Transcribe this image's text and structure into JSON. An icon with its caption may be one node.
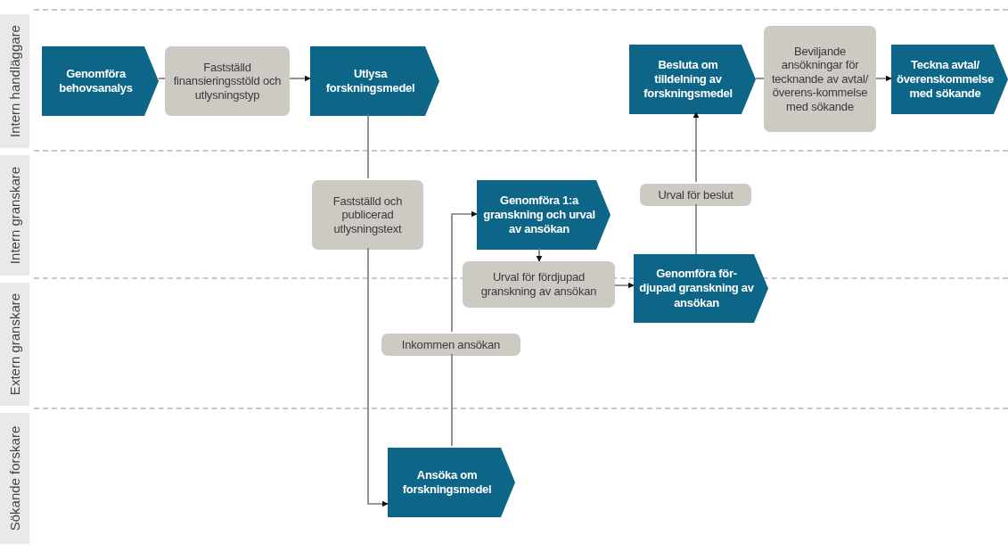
{
  "diagram": {
    "nodes": [
      {
        "text": [
          "Intern handläggare"
        ]
      },
      {
        "text": [
          "Genomföra behovsanalys"
        ],
        "in": 0
      },
      {
        "text": [
          "Fastställd finansieringsstöld och utlysningstyp"
        ],
        "in": 0
      },
      {
        "text": [
          "Utlysa forskningsmedel"
        ],
        "in": 0
      },
      {
        "text": [
          "Besluta om tilldelning av forskningsmedel"
        ],
        "in": 0
      },
      {
        "text": [
          "Beviljande ansökningar för tecknande av avtal/överens-kommelse med sökande"
        ],
        "in": 0
      },
      {
        "text": [
          "Teckna avtal/ överenskommelse med sökande"
        ],
        "in": 0
      },
      {
        "text": [
          "Intern granskare"
        ]
      },
      {
        "text": [
          "Fastställd och publicerad utlysningstext"
        ],
        "in": 7
      },
      {
        "text": [
          "Genomföra 1:a granskning och urval av ansökan"
        ],
        "in": 7
      },
      {
        "text": [
          "Urval för beslut"
        ],
        "in": 7
      },
      {
        "text": [
          "Extern granskare"
        ]
      },
      {
        "text": [
          "Urval för fördjupad granskning av ansökan"
        ]
      },
      {
        "text": [
          "Genomföra för-djupad granskning av ansökan"
        ]
      },
      {
        "text": [
          "Inkommen ansökan"
        ],
        "in": 11
      },
      {
        "text": [
          "Sökande forskare"
        ]
      },
      {
        "text": [
          "Ansöka om forskningsmedel"
        ],
        "in": 15
      }
    ],
    "edges": [
      {
        "from": 1,
        "to": 2,
        "arrow": "none"
      },
      {
        "from": 2,
        "to": 3,
        "arrow": "to"
      },
      {
        "from": 3,
        "to": 8,
        "arrow": "none"
      },
      {
        "from": 8,
        "to": 16,
        "arrow": "to"
      },
      {
        "from": 16,
        "to": 14,
        "arrow": "none"
      },
      {
        "from": 14,
        "to": 9,
        "arrow": "to"
      },
      {
        "from": 9,
        "to": 12,
        "arrow": "to"
      },
      {
        "from": 12,
        "to": 13,
        "arrow": "to"
      },
      {
        "from": 13,
        "to": 10,
        "arrow": "none"
      },
      {
        "from": 10,
        "to": 4,
        "arrow": "to"
      },
      {
        "from": 4,
        "to": 5,
        "arrow": "none"
      },
      {
        "from": 5,
        "to": 6,
        "arrow": "to"
      }
    ]
  }
}
